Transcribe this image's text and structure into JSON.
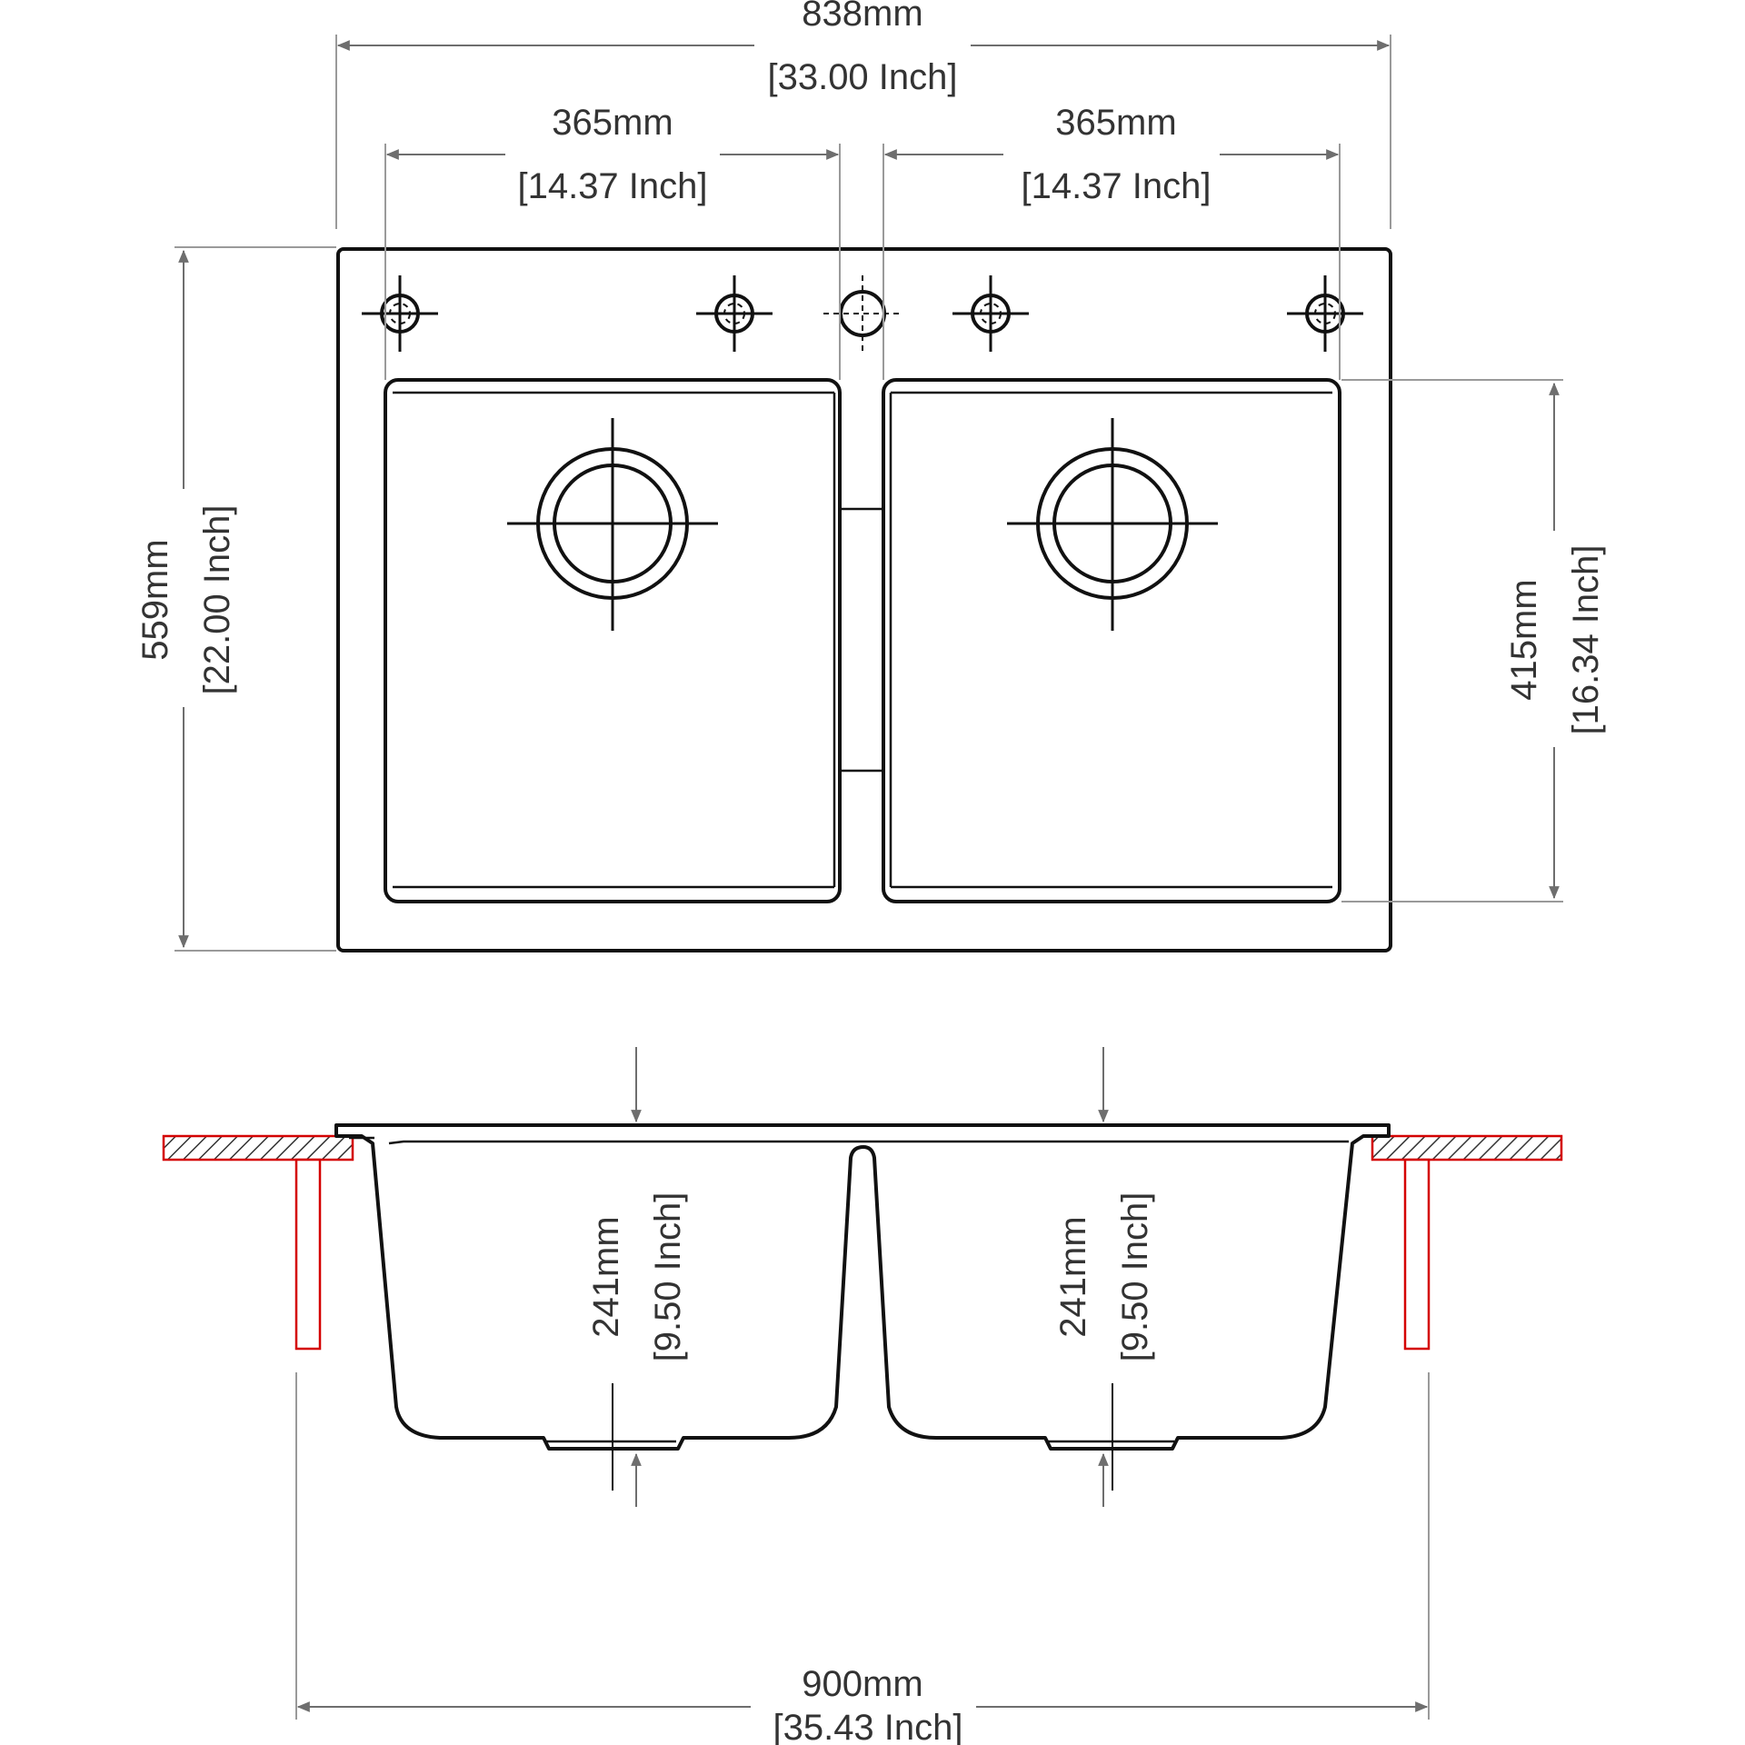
{
  "top_view": {
    "overall_width": {
      "mm": "838mm",
      "inch": "[33.00 Inch]"
    },
    "left_bowl_width": {
      "mm": "365mm",
      "inch": "[14.37 Inch]"
    },
    "right_bowl_width": {
      "mm": "365mm",
      "inch": "[14.37 Inch]"
    },
    "overall_depth": {
      "mm": "559mm",
      "inch": "[22.00 Inch]"
    },
    "bowl_depth": {
      "mm": "415mm",
      "inch": "[16.34 Inch]"
    }
  },
  "section_view": {
    "left_bowl_height": {
      "mm": "241mm",
      "inch": "[9.50 Inch]"
    },
    "right_bowl_height": {
      "mm": "241mm",
      "inch": "[9.50 Inch]"
    },
    "cabinet_width": {
      "mm": "900mm",
      "inch": "[35.43 Inch]"
    }
  },
  "colors": {
    "line": "#111111",
    "dimension": "#6e6e6e",
    "countertop": "#d40000"
  }
}
